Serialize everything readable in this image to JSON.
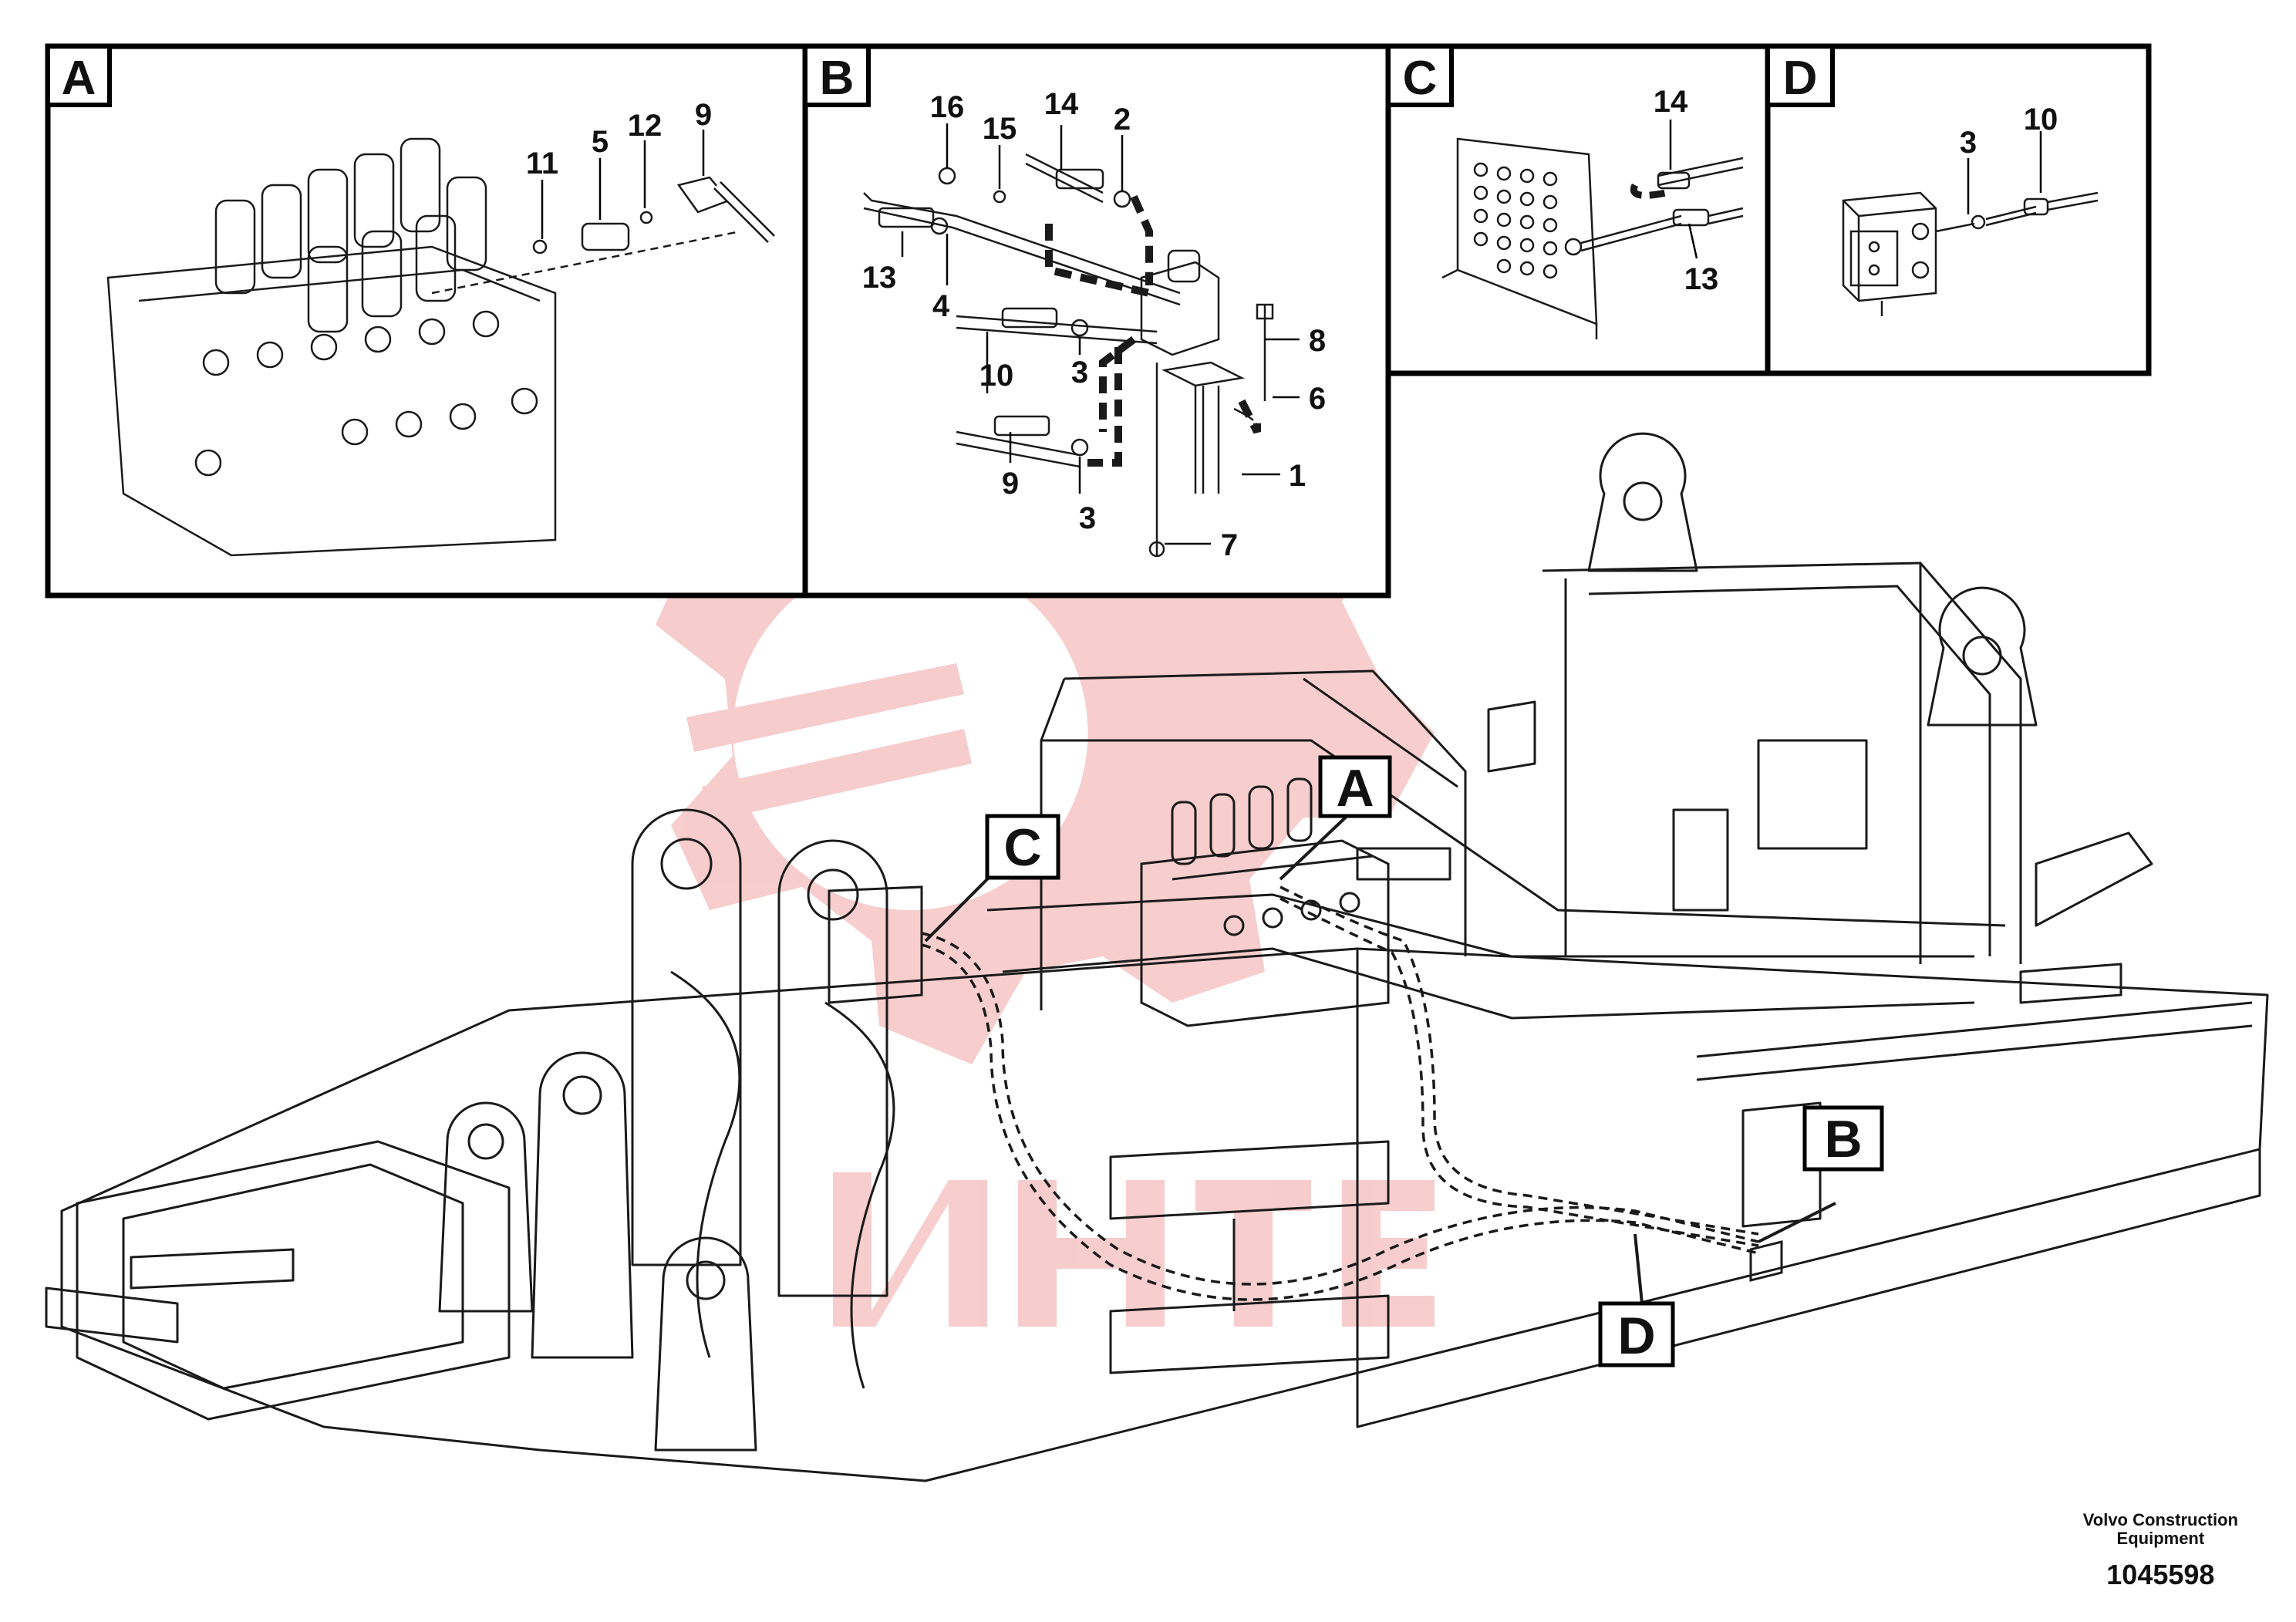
{
  "detail_panels": [
    {
      "label": "A",
      "callouts": [
        "11",
        "5",
        "12",
        "9"
      ]
    },
    {
      "label": "B",
      "callouts": [
        "16",
        "15",
        "14",
        "2",
        "13",
        "4",
        "10",
        "3",
        "9",
        "3",
        "8",
        "6",
        "1",
        "7"
      ]
    },
    {
      "label": "C",
      "callouts": [
        "14",
        "13"
      ]
    },
    {
      "label": "D",
      "callouts": [
        "3",
        "10"
      ]
    }
  ],
  "location_labels": [
    "A",
    "B",
    "C",
    "D"
  ],
  "footer": {
    "brand_line1": "Volvo Construction",
    "brand_line2": "Equipment",
    "doc_number": "1045598"
  },
  "colors": {
    "line": "#1a1a1a",
    "watermark": "#f3b8b8",
    "frame": "#000000"
  }
}
